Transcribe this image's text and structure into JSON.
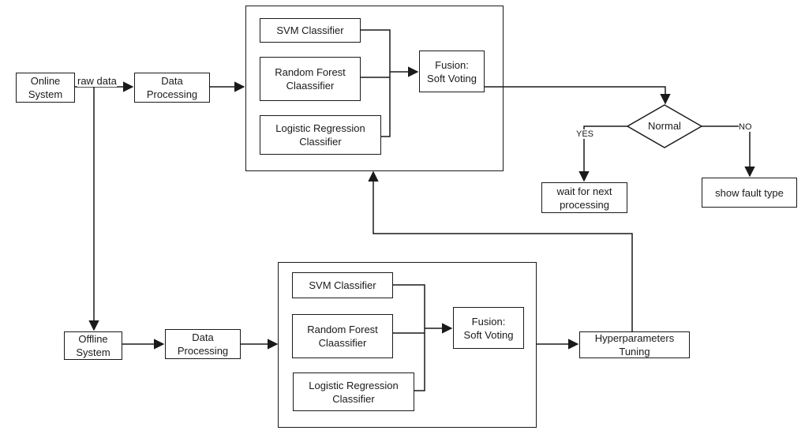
{
  "online": {
    "system": "Online\nSystem",
    "raw_data": "raw data",
    "processing": "Data\nProcessing",
    "svm": "SVM Classifier",
    "rf": "Random Forest\nClaassifier",
    "lr": "Logistic Regression\nClassifier",
    "fusion": "Fusion:\nSoft Voting"
  },
  "decision": {
    "label": "Normal",
    "yes": "YES",
    "no": "NO",
    "yes_result": "wait for next\nprocessing",
    "no_result": "show fault type"
  },
  "offline": {
    "system": "Offline\nSystem",
    "processing": "Data\nProcessing",
    "svm": "SVM Classifier",
    "rf": "Random Forest\nClaassifier",
    "lr": "Logistic Regression\nClassifier",
    "fusion": "Fusion:\nSoft Voting",
    "tuning": "Hyperparameters\nTuning"
  }
}
